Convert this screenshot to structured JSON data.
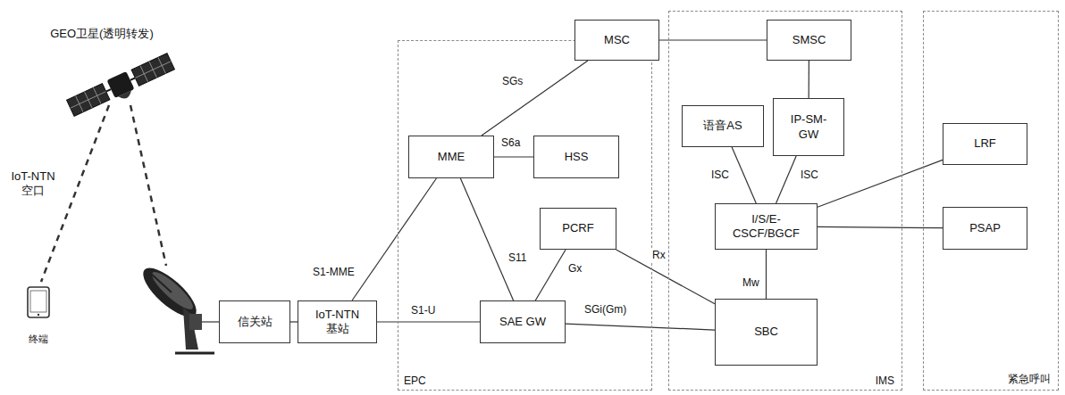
{
  "diagram": {
    "nodes": [
      {
        "text": [
          "信关站"
        ]
      },
      {
        "text": [
          "IoT-NTN 基站"
        ]
      },
      {
        "text": [
          "EPC"
        ]
      },
      {
        "text": [
          "MME"
        ],
        "in": 2
      },
      {
        "text": [
          "HSS"
        ],
        "in": 2
      },
      {
        "text": [
          "PCRF"
        ],
        "in": 2
      },
      {
        "text": [
          "SAE GW"
        ],
        "in": 2
      },
      {
        "text": [
          "MSC"
        ]
      },
      {
        "text": [
          "IMS"
        ]
      },
      {
        "text": [
          "SMSC"
        ],
        "in": 8
      },
      {
        "text": [
          "语音AS"
        ],
        "in": 8
      },
      {
        "text": [
          "IP-SM-GW"
        ],
        "in": 8
      },
      {
        "text": [
          "I/S/E-CSCF/BGCF"
        ],
        "in": 8
      },
      {
        "text": [
          "SBC"
        ],
        "in": 8
      },
      {
        "text": [
          "紧急呼叫"
        ]
      },
      {
        "text": [
          "LRF"
        ],
        "in": 14
      },
      {
        "text": [
          "PSAP"
        ],
        "in": 14
      }
    ],
    "edges": [
      {
        "from": 0,
        "to": 1,
        "arrow": "none"
      },
      {
        "from": 1,
        "to": 3,
        "label": "S1-MME",
        "arrow": "none"
      },
      {
        "from": 1,
        "to": 6,
        "label": "S1-U",
        "arrow": "none"
      },
      {
        "from": 3,
        "to": 7,
        "label": "SGs",
        "arrow": "none"
      },
      {
        "from": 3,
        "to": 4,
        "label": "S6a",
        "arrow": "none"
      },
      {
        "from": 3,
        "to": 6,
        "label": "S11",
        "arrow": "none"
      },
      {
        "from": 5,
        "to": 6,
        "label": "Gx",
        "arrow": "none"
      },
      {
        "from": 5,
        "to": 13,
        "label": "Rx",
        "arrow": "none"
      },
      {
        "from": 6,
        "to": 13,
        "label": "SGi(Gm)",
        "arrow": "none"
      },
      {
        "from": 7,
        "to": 9,
        "arrow": "none"
      },
      {
        "from": 9,
        "to": 11,
        "arrow": "none"
      },
      {
        "from": 10,
        "to": 12,
        "label": "ISC",
        "arrow": "none"
      },
      {
        "from": 11,
        "to": 12,
        "label": "ISC",
        "arrow": "none"
      },
      {
        "from": 12,
        "to": 13,
        "label": "Mw",
        "arrow": "none"
      },
      {
        "from": 12,
        "to": 15,
        "arrow": "none"
      },
      {
        "from": 12,
        "to": 16,
        "arrow": "none"
      }
    ],
    "labels": [
      "GEO卫星(透明转发)",
      "IoT-NTN 空口",
      "终端"
    ]
  }
}
